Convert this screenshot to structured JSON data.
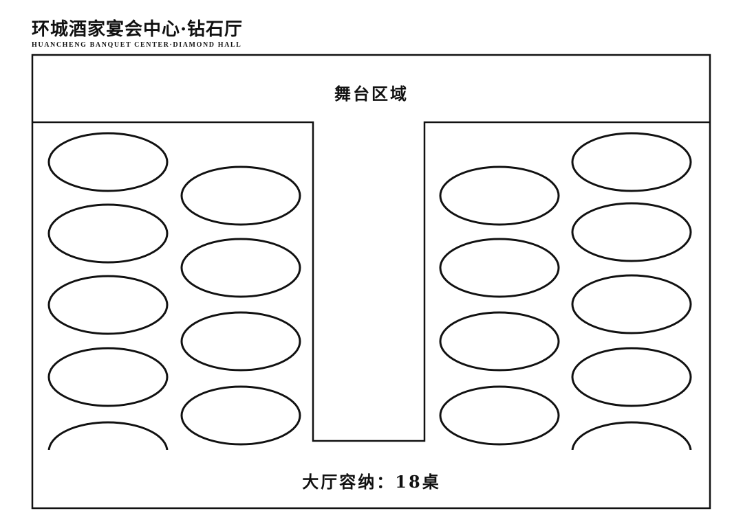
{
  "header": {
    "title": "环城酒家宴会中心·钻石厅",
    "subtitle": "HUANCHENG BANQUET CENTER·DIAMOND HALL"
  },
  "floor_plan": {
    "stage_label": "舞台区域",
    "capacity_label": "大厅容纳：18桌",
    "table_count": 18,
    "colors": {
      "line": "#111111",
      "background": "#ffffff"
    }
  }
}
